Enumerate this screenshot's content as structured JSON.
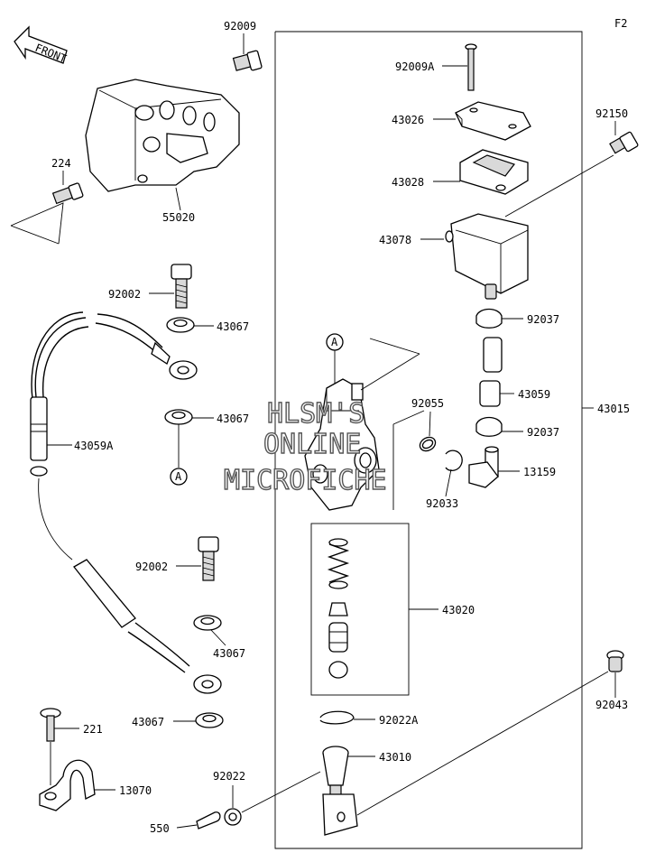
{
  "page_code": "F2",
  "front_arrow_text": "FRONT",
  "watermark": {
    "line1": "HLSM'S",
    "line2": "ONLINE",
    "line3": "MICROFICHE"
  },
  "callouts": {
    "p92009": "92009",
    "p224": "224",
    "p55020": "55020",
    "p92002_top": "92002",
    "p43067_a": "43067",
    "p43067_b": "43067",
    "p43059A": "43059A",
    "p92002_bottom": "92002",
    "p43067_c": "43067",
    "p43067_d": "43067",
    "p221": "221",
    "p13070": "13070",
    "p550": "550",
    "p92022": "92022",
    "p92009A": "92009A",
    "p43026": "43026",
    "p43028": "43028",
    "p43078": "43078",
    "p92150": "92150",
    "p92037_top": "92037",
    "p43059": "43059",
    "p92037_bottom": "92037",
    "p13159": "13159",
    "p92055": "92055",
    "p92033": "92033",
    "p43015": "43015",
    "p43020": "43020",
    "p92022A": "92022A",
    "p43010": "43010",
    "p92043": "92043"
  },
  "ref_marks": {
    "a_top": "A",
    "a_hose": "A"
  }
}
